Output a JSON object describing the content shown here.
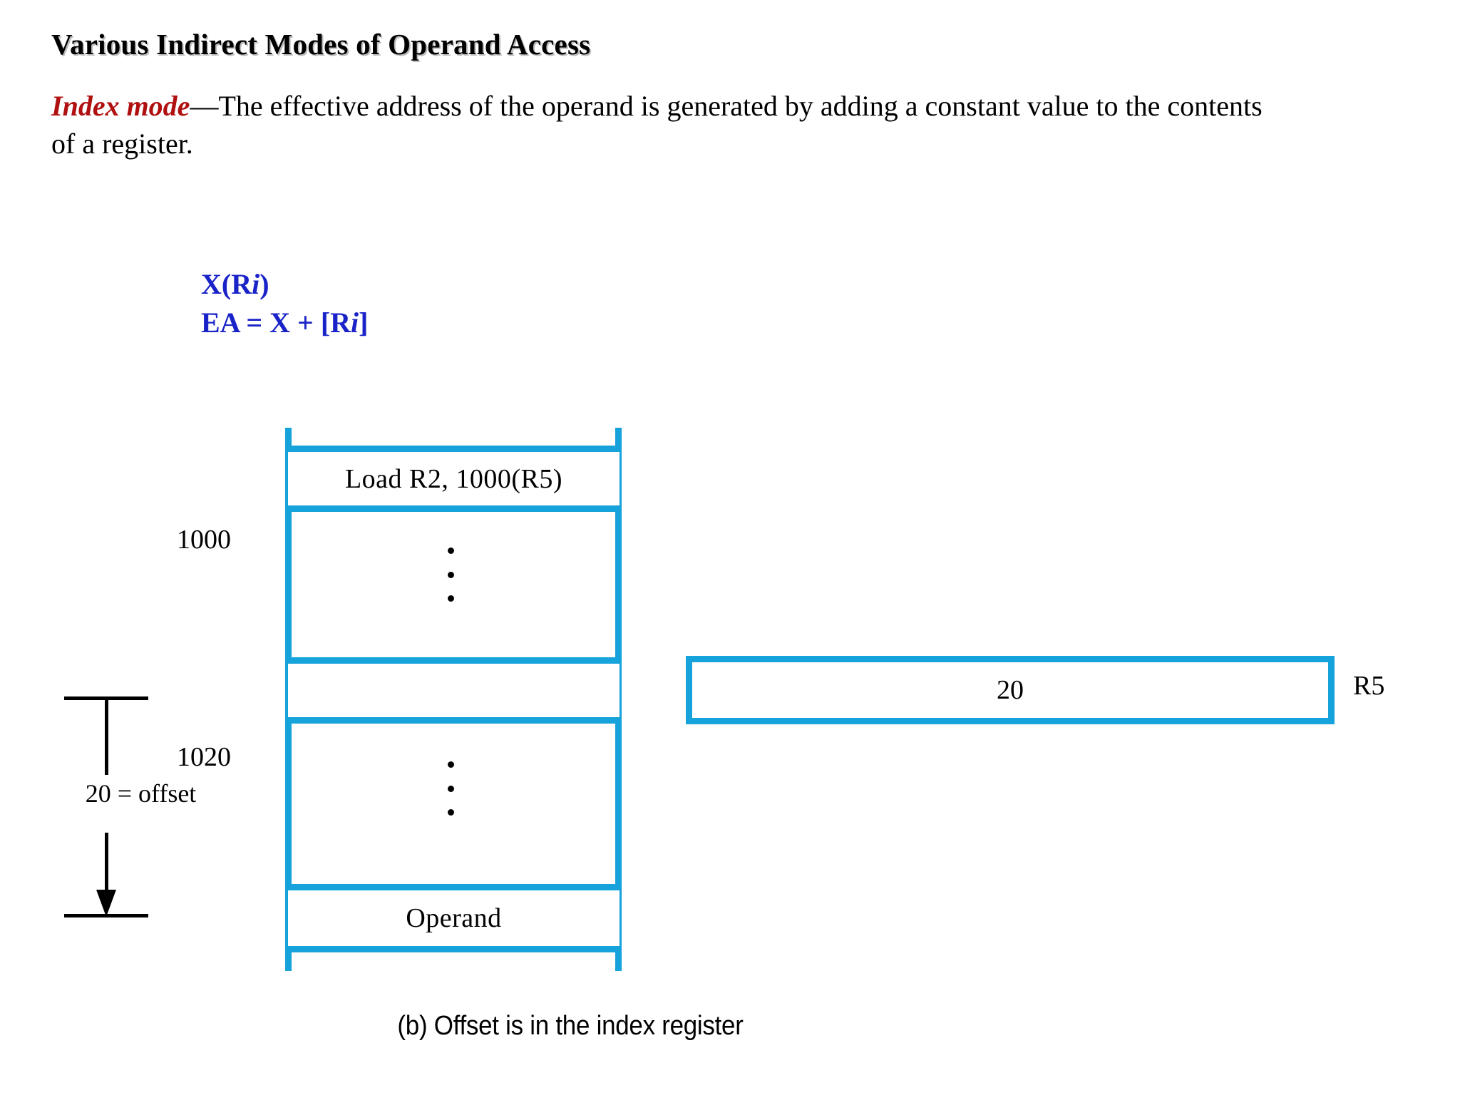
{
  "slide": {
    "title": "Various Indirect Modes of Operand Access",
    "paragraph": {
      "term": "Index mode",
      "rest": "—The effective address of the operand is generated by adding a constant value to the contents of a register."
    },
    "formula": {
      "line1_prefix": "X(R",
      "line1_italic": "i",
      "line1_suffix": ")",
      "line2_prefix": "EA = X + [R",
      "line2_italic": "i",
      "line2_suffix": "]"
    }
  },
  "diagram": {
    "memory": {
      "instruction_row": "Load    R2, 1000(R5)",
      "target_row": "",
      "operand_row": "Operand",
      "ellipsis_upper": "vertical-ellipsis",
      "ellipsis_lower": "vertical-ellipsis"
    },
    "offset_annotation": {
      "start_address": "1000",
      "end_address": "1020",
      "offset_label": "20 = offset"
    },
    "register": {
      "value": "20",
      "name": "R5"
    },
    "caption": "(b) Offset is in the index register"
  },
  "colors": {
    "diagram_blue": "#16A3DC",
    "formula_blue": "#1A23C8",
    "term_red": "#B01010",
    "text_black": "#000000",
    "background": "#FFFFFF"
  }
}
